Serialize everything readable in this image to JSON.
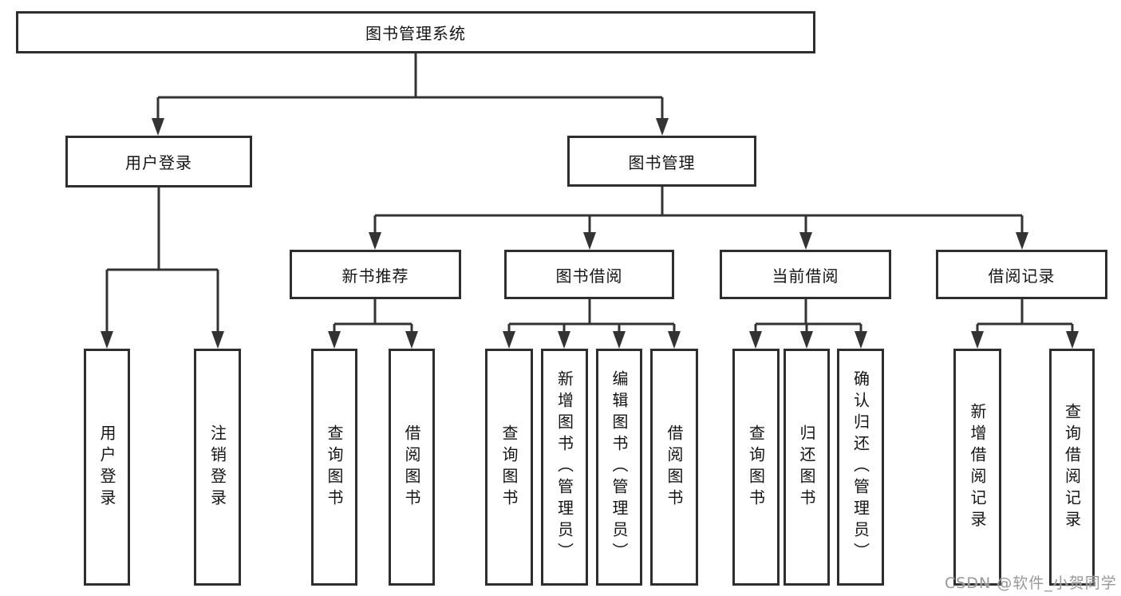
{
  "diagram_title": "图书管理系统",
  "tree": {
    "root": "图书管理系统",
    "user_login": {
      "label": "用户登录",
      "children": [
        "用户登录",
        "注销登录"
      ]
    },
    "book_mgmt": {
      "label": "图书管理",
      "groups": [
        {
          "label": "新书推荐",
          "children": [
            "查询图书",
            "借阅图书"
          ]
        },
        {
          "label": "图书借阅",
          "children": [
            "查询图书",
            "新增图书（管理员）",
            "编辑图书（管理员）",
            "借阅图书"
          ]
        },
        {
          "label": "当前借阅",
          "children": [
            "查询图书",
            "归还图书",
            "确认归还（管理员）"
          ]
        },
        {
          "label": "借阅记录",
          "children": [
            "新增借阅记录",
            "查询借阅记录"
          ]
        }
      ]
    }
  },
  "watermark": "CSDN @软件_小贺同学",
  "colors": {
    "line": "#333333",
    "box_border": "#2e2e2e",
    "text": "#151515",
    "background": "#ffffff",
    "watermark": "#989898"
  }
}
